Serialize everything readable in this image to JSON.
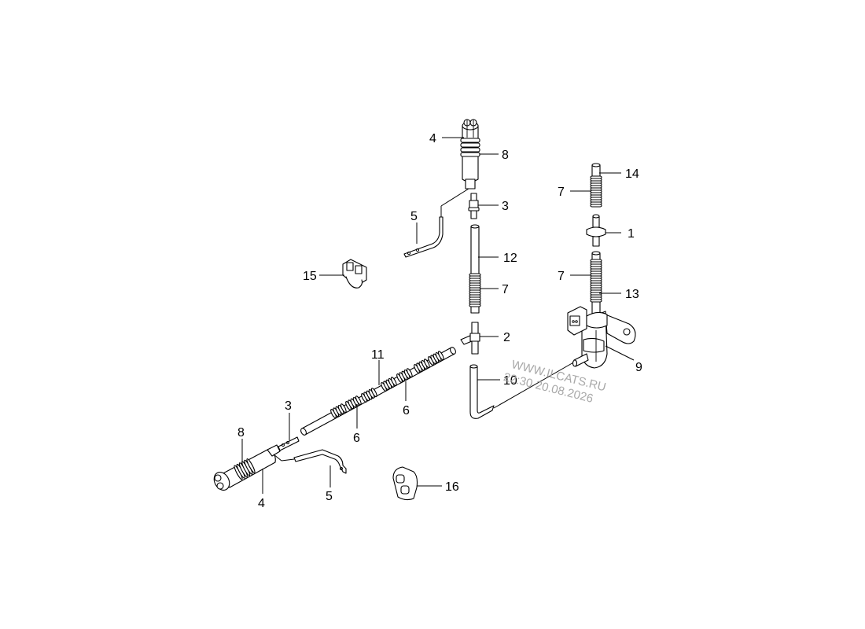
{
  "callouts": {
    "c4_top": "4",
    "c8_top": "8",
    "c3_top": "3",
    "c5_top": "5",
    "c14": "14",
    "c7_top_right": "7",
    "c1": "1",
    "c12": "12",
    "c15": "15",
    "c7_mid": "7",
    "c7_mid_right": "7",
    "c13": "13",
    "c2": "2",
    "c9": "9",
    "c11": "11",
    "c10": "10",
    "c3_bottom": "3",
    "c6_left": "6",
    "c6_right": "6",
    "c8_bottom": "8",
    "c4_bottom": "4",
    "c5_bottom": "5",
    "c16": "16"
  },
  "watermark": {
    "site": "WWW.ILCATS.RU",
    "timestamp": "22:30 20.08.2026"
  },
  "colors": {
    "line": "#000000",
    "background": "#ffffff",
    "watermark": "#a9a9a9"
  }
}
